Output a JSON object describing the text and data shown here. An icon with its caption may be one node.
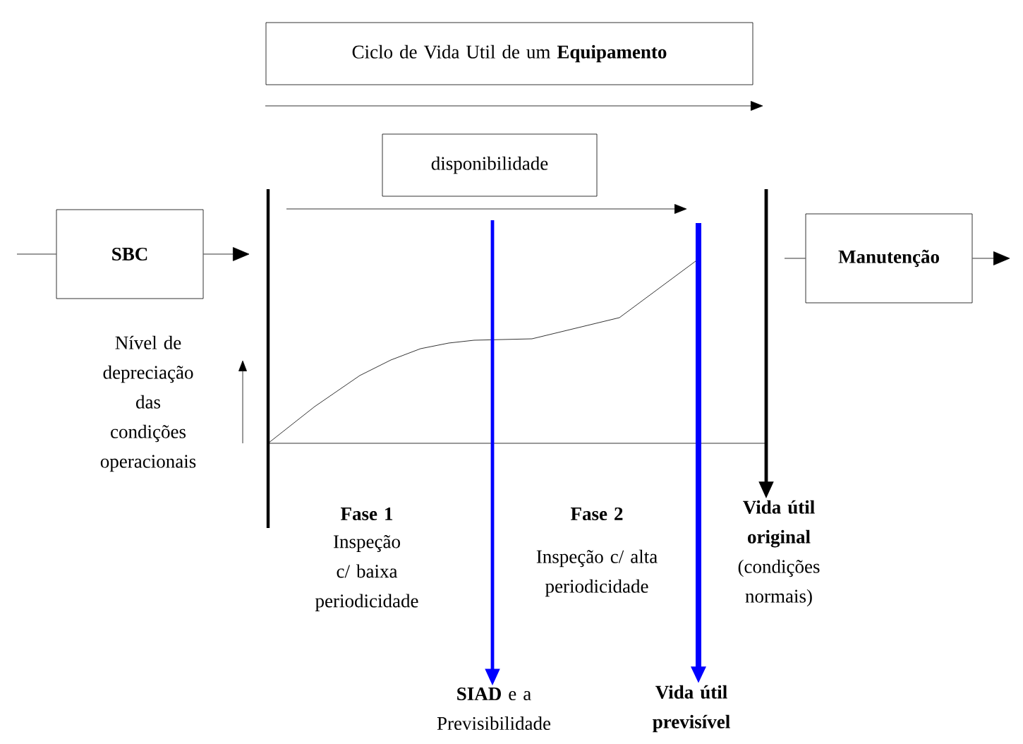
{
  "diagram": {
    "nodes": [
      {
        "text": [
          "Ciclo de Vida Util de um **Equipamento**"
        ]
      },
      {
        "text": [
          "disponibilidade"
        ]
      },
      {
        "text": [
          "SBC"
        ]
      },
      {
        "text": [
          "Manutenção"
        ]
      },
      {
        "text": [
          "Vida útil original",
          "(condições normais)"
        ]
      },
      {
        "text": [
          "**SIAD** e a Previsibilidade"
        ]
      },
      {
        "text": [
          "Vida útil previsível"
        ]
      }
    ],
    "edges": [
      {
        "from": null,
        "to": 2,
        "arrow": "none"
      },
      {
        "from": 2,
        "to": null,
        "arrow": "to"
      },
      {
        "from": null,
        "to": 3,
        "arrow": "none"
      },
      {
        "from": 3,
        "to": null,
        "arrow": "to"
      },
      {
        "from": null,
        "to": 4,
        "arrow": "to",
        "style": "thick"
      },
      {
        "from": null,
        "to": 5,
        "arrow": "to",
        "style": "thick",
        "color": "#0000ff"
      },
      {
        "from": null,
        "to": 6,
        "arrow": "to",
        "style": "thick",
        "color": "#0000ff"
      }
    ],
    "labels": [
      "Nível de depreciação das condições operacionais",
      "Fase 1",
      "Inspeção c/ baixa periodicidade",
      "Fase 2",
      "Inspeção c/ alta periodicidade"
    ]
  }
}
